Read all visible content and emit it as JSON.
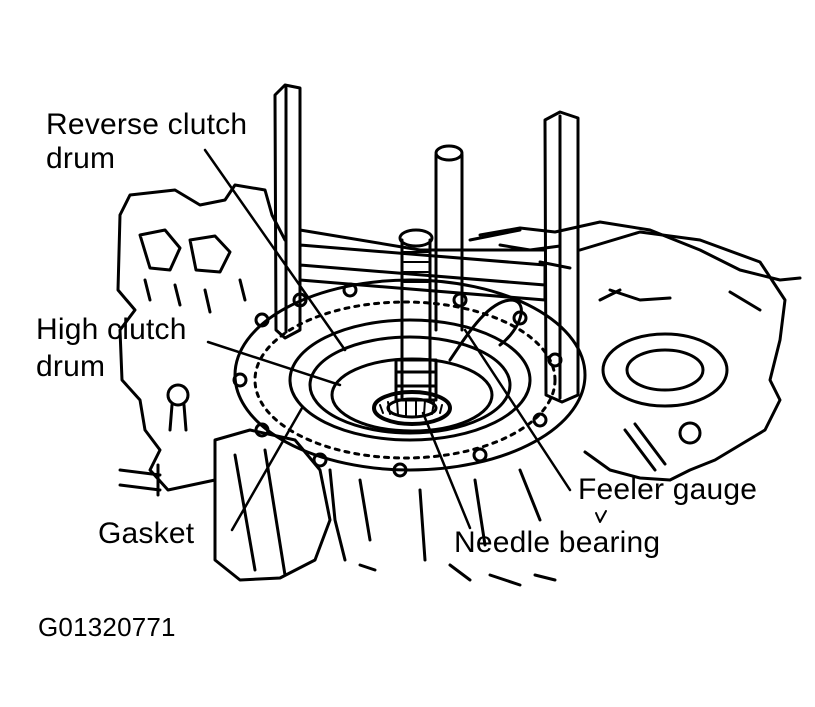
{
  "labels": {
    "reverse_clutch_drum_1": "Reverse clutch",
    "reverse_clutch_drum_2": "drum",
    "high_clutch_drum_1": "High clutch",
    "high_clutch_drum_2": "drum",
    "gasket": "Gasket",
    "feeler_gauge": "Feeler gauge",
    "needle_bearing": "Needle bearing"
  },
  "figure_code": "G01320771",
  "colors": {
    "ink": "#000000",
    "paper": "#ffffff"
  }
}
